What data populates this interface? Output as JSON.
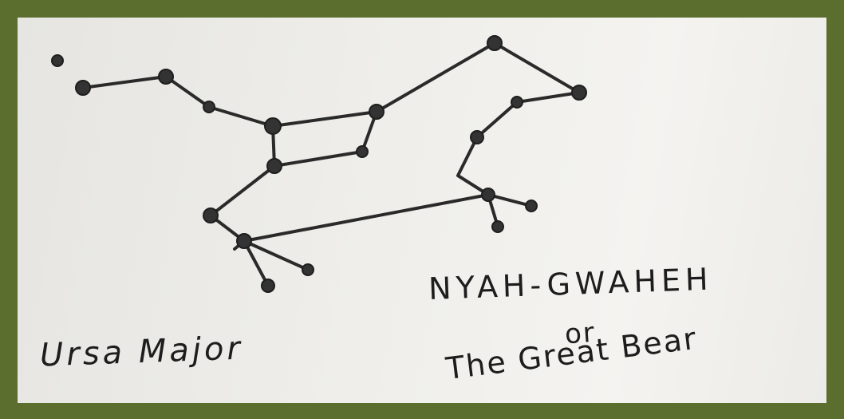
{
  "frame_color": "#5c6e2e",
  "paper_color": "#efeeea",
  "ink_color": "#2a2a2a",
  "labels": {
    "constellation_name": "Ursa Major",
    "native_name": "NYAH-GWAHEH",
    "conjunction": "or",
    "common_name": "The Great Bear"
  }
}
